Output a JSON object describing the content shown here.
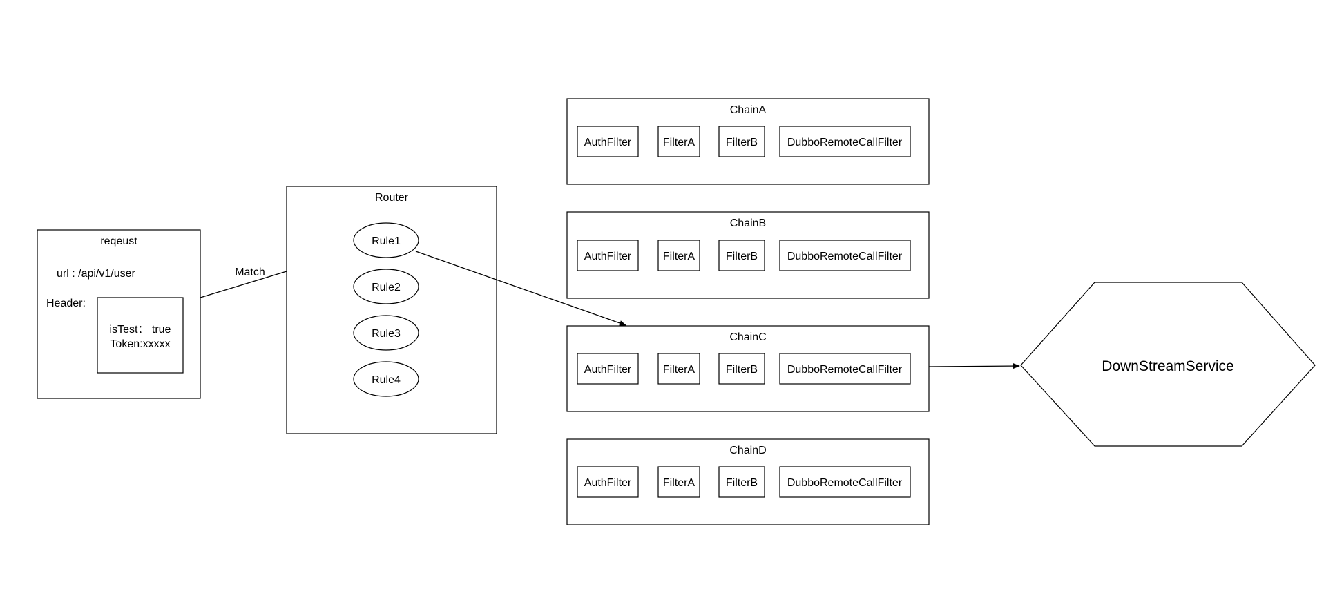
{
  "request": {
    "title": "reqeust",
    "url_line": "url : /api/v1/user",
    "header_label": "Header:",
    "header_lines": [
      "isTest： true",
      "Token:xxxxx"
    ]
  },
  "match_label": "Match",
  "router": {
    "title": "Router",
    "rules": [
      "Rule1",
      "Rule2",
      "Rule3",
      "Rule4"
    ]
  },
  "chains": [
    {
      "title": "ChainA",
      "filters": [
        "AuthFilter",
        "FilterA",
        "FilterB",
        "DubboRemoteCallFilter"
      ]
    },
    {
      "title": "ChainB",
      "filters": [
        "AuthFilter",
        "FilterA",
        "FilterB",
        "DubboRemoteCallFilter"
      ]
    },
    {
      "title": "ChainC",
      "filters": [
        "AuthFilter",
        "FilterA",
        "FilterB",
        "DubboRemoteCallFilter"
      ]
    },
    {
      "title": "ChainD",
      "filters": [
        "AuthFilter",
        "FilterA",
        "FilterB",
        "DubboRemoteCallFilter"
      ]
    }
  ],
  "downstream": {
    "label": "DownStreamService"
  }
}
